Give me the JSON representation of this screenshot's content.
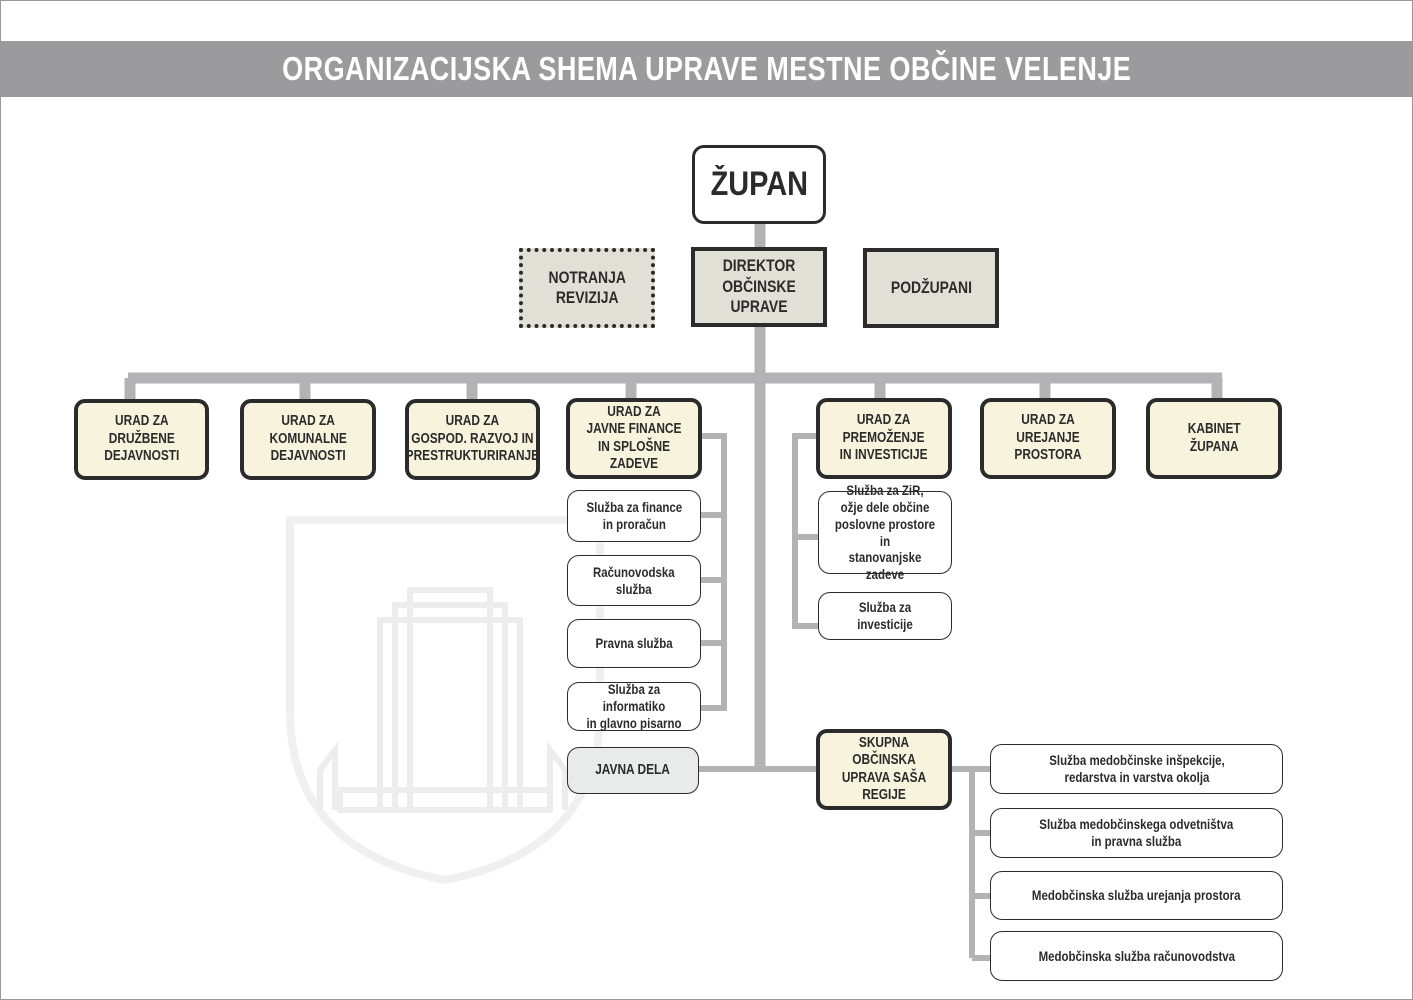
{
  "title": "ORGANIZACIJSKA SHEMA UPRAVE MESTNE OBČINE VELENJE",
  "colors": {
    "title_bar": "#9b9b9d",
    "lines": "#b3b3b5",
    "office_fill": "#f7f3dd",
    "grey_fill": "#e1e0d6",
    "border": "#2b2b2b"
  },
  "mayor": "ŽUPAN",
  "internal_audit": "NOTRANJA\nREVIZIJA",
  "director": "DIREKTOR\nOBČINSKE UPRAVE",
  "deputy_mayors": "PODŽUPANI",
  "offices": {
    "social": "URAD ZA\nDRUŽBENE\nDEJAVNOSTI",
    "communal": "URAD ZA\nKOMUNALNE\nDEJAVNOSTI",
    "economic": "URAD ZA\nGOSPOD. RAZVOJ IN\nPRESTRUKTURIRANJE",
    "finance": "URAD ZA\nJAVNE FINANCE\nIN SPLOŠNE ZADEVE",
    "property": "URAD ZA\nPREMOŽENJE\nIN INVESTICIJE",
    "spatial": "URAD ZA\nUREJANJE PROSTORA",
    "cabinet": "KABINET\nŽUPANA"
  },
  "finance_services": [
    "Služba za finance\nin proračun",
    "Računovodska\nslužba",
    "Pravna služba",
    "Služba za informatiko\nin glavno pisarno"
  ],
  "property_services": [
    "Služba za ZiR,\nožje dele občine\nposlovne prostore in\nstanovanjske zadeve",
    "Služba za investicije"
  ],
  "public_works": "JAVNA DELA",
  "joint_administration": "SKUPNA OBČINSKA\nUPRAVA SAŠA REGIJE",
  "joint_services": [
    "Služba medobčinske inšpekcije,\nredarstva in varstva okolja",
    "Služba medobčinskega odvetništva\nin pravna služba",
    "Medobčinska služba urejanja prostora",
    "Medobčinska služba računovodstva"
  ]
}
